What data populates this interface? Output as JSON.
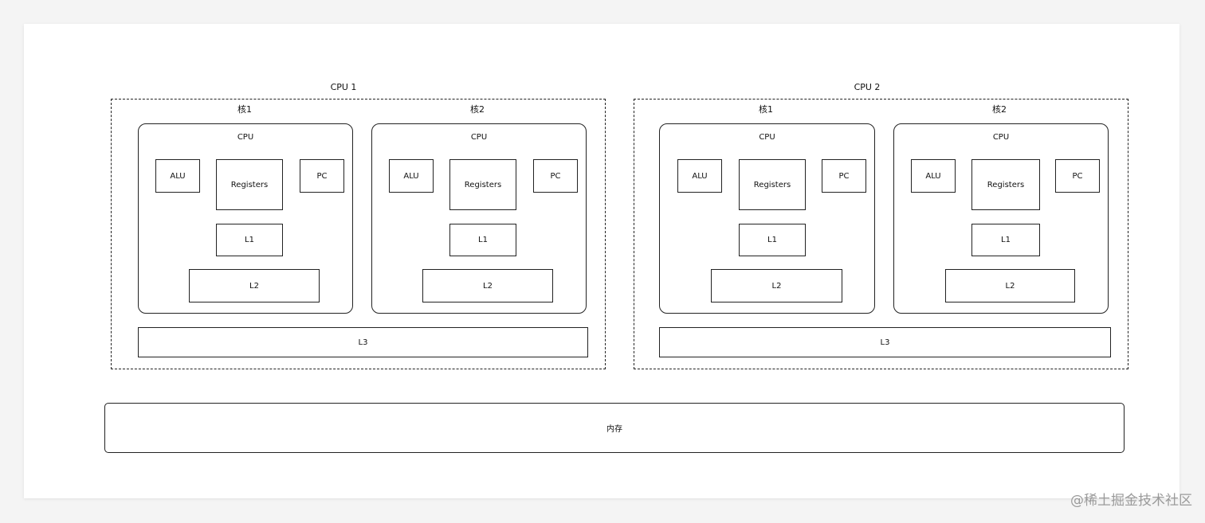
{
  "cpus": [
    {
      "title": "CPU 1",
      "cores": [
        {
          "label": "核1",
          "cpu_label": "CPU",
          "alu": "ALU",
          "registers": "Registers",
          "pc": "PC",
          "l1": "L1",
          "l2": "L2"
        },
        {
          "label": "核2",
          "cpu_label": "CPU",
          "alu": "ALU",
          "registers": "Registers",
          "pc": "PC",
          "l1": "L1",
          "l2": "L2"
        }
      ],
      "l3": "L3"
    },
    {
      "title": "CPU 2",
      "cores": [
        {
          "label": "核1",
          "cpu_label": "CPU",
          "alu": "ALU",
          "registers": "Registers",
          "pc": "PC",
          "l1": "L1",
          "l2": "L2"
        },
        {
          "label": "核2",
          "cpu_label": "CPU",
          "alu": "ALU",
          "registers": "Registers",
          "pc": "PC",
          "l1": "L1",
          "l2": "L2"
        }
      ],
      "l3": "L3"
    }
  ],
  "memory": "内存",
  "watermark": "@稀土掘金技术社区"
}
